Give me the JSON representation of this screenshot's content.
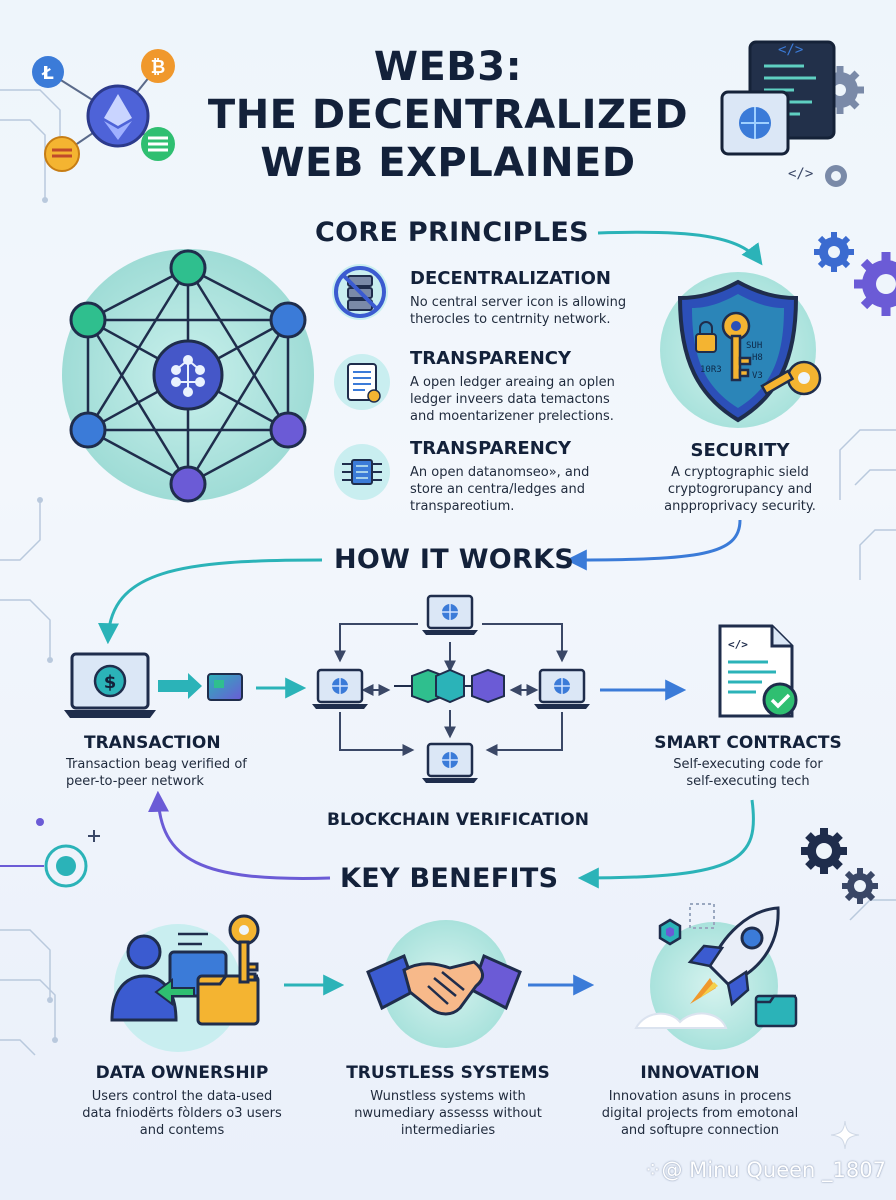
{
  "title": {
    "line1": "WEB3:",
    "line2": "THE DECENTRALIZED",
    "line3": "WEB EXPLAINED"
  },
  "core_principles": {
    "heading": "CORE PRINCIPLES",
    "items": [
      {
        "title": "DECENTRALIZATION",
        "desc": "No central server icon is allowing\ntherocles to centrnity network.",
        "icon": "no-server-icon"
      },
      {
        "title": "TRANSPARENCY",
        "desc": "A open ledger areaing an oplen\nledger inveers data temactons\nand moentarizener prelections.",
        "icon": "ledger-scroll-icon"
      },
      {
        "title": "TRANSPARENCY",
        "desc": "An open datanomseo», and\nstore an centra/ledges and\ntranspareotium.",
        "icon": "circuit-chip-icon"
      }
    ],
    "security": {
      "title": "SECURITY",
      "desc": "A cryptographic sield\ncryptogrorupancy and\nanpproprivacy security.",
      "icon": "shield-key-icon",
      "shield_text": "SUH\nH8\n10R3\nV3"
    }
  },
  "how_it_works": {
    "heading": "HOW IT WORKS",
    "transaction": {
      "title": "TRANSACTION",
      "desc": "Transaction beag verified of\npeer-to-peer network",
      "icon": "laptop-dollar-icon",
      "symbol": "$"
    },
    "blockchain": {
      "title": "BLOCKCHAIN VERIFICATION"
    },
    "smart_contracts": {
      "title": "SMART CONTRACTS",
      "desc": "Self-executing code for\nself-executing tech",
      "icon": "contract-document-icon",
      "code_label": "</>"
    }
  },
  "key_benefits": {
    "heading": "KEY BENEFITS",
    "items": [
      {
        "title": "DATA OWNERSHIP",
        "desc": "Users control the data-used\ndata fniodërts fòlders o3 users\nand contems",
        "icon": "user-folder-key-icon"
      },
      {
        "title": "TRUSTLESS SYSTEMS",
        "desc": "Wunstless systems with\nnwumediary assesss without\nintermediaries",
        "icon": "handshake-icon"
      },
      {
        "title": "INNOVATION",
        "desc": "Innovation asuns in procens\ndigital projects from emotonal\nand softupre connection",
        "icon": "rocket-icon"
      }
    ]
  },
  "decor": {
    "crypto_icons": [
      "litecoin-icon",
      "bitcoin-icon",
      "ethereum-icon",
      "solana-icon",
      "coin-icon"
    ],
    "litecoin_glyph": "Ł",
    "bitcoin_glyph": "₿",
    "code_glyph": "</>"
  },
  "watermark": "⁘@ Minu Queen _1807",
  "colors": {
    "navy": "#13213a",
    "teal": "#2bb3b8",
    "purple": "#6b5bd6",
    "blue": "#3b7bd8",
    "orange": "#f0982c",
    "gold": "#f4b431",
    "green": "#2fbf71"
  }
}
